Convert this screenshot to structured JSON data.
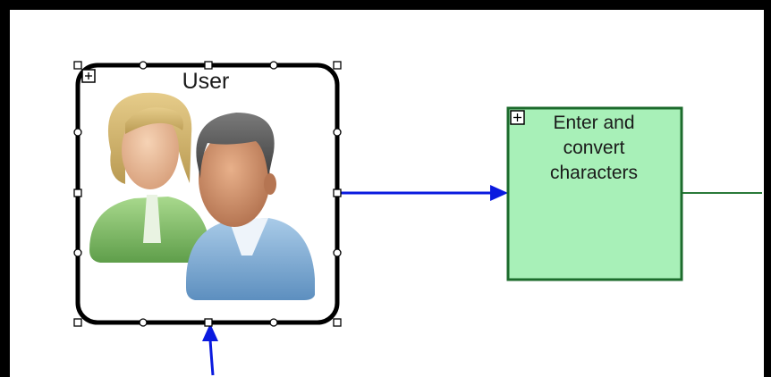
{
  "diagram": {
    "actor": {
      "label": "User",
      "icon": "users-icon"
    },
    "process": {
      "lines": [
        "Enter and",
        "convert",
        "characters"
      ],
      "fill": "#a8f0b8",
      "border": "#1c6b2c",
      "icon": "expand-icon"
    },
    "colors": {
      "flow": "#0a1adf",
      "outgoing": "#2a7a3a",
      "selection": "#000000"
    }
  }
}
